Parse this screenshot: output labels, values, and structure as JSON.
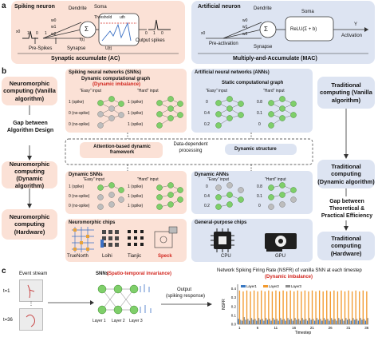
{
  "labels": {
    "a": "a",
    "b": "b",
    "c": "c"
  },
  "panel_a": {
    "snn": {
      "title": "Spiking neuron",
      "dendrite": "Dendrite",
      "soma": "Soma",
      "threshold": "Threshold",
      "threshold_sym": "uth",
      "x0": "x0",
      "w0": "w0",
      "w1": "w1",
      "w2": "w2",
      "sigma": "Σ",
      "I_t": "I(t)",
      "U_t": "U(t)",
      "pre_spikes_bits": [
        "1",
        "0",
        "1"
      ],
      "out_bits": [
        "0",
        "1",
        "0"
      ],
      "pre_spikes": "Pre-Spikes",
      "synapse": "Synapse",
      "output_spikes": "Output spikes",
      "footer": "Synaptic accumulate (AC)"
    },
    "ann": {
      "title": "Artificial neuron",
      "dendrite": "Dendrite",
      "soma": "Soma",
      "x0": "x0",
      "w0": "w0",
      "w1": "w1",
      "w2": "w2",
      "sigma": "Σ",
      "relu": "ReLU(Σ + b)",
      "y": "Y",
      "pre_activation": "Pre-activation",
      "synapse": "Synapse",
      "activation": "Activation",
      "footer": "Multiply-and-Accumulate (MAC)"
    }
  },
  "panel_b": {
    "left": {
      "box1": "Neuromorphic computing (Vanilla algorithm)",
      "gap": "Gap between Algorithm Design",
      "box2": "Neuromorphic computing (Dynamic algorithm)",
      "box3": "Neuromorphic computing (Hardware)"
    },
    "right": {
      "box1": "Traditional computing (Vanilla algorithm)",
      "box2": "Traditional computing (Dynamic algorithm)",
      "gap": "Gap between Theoretical & Practical Efficiency",
      "box3": "Traditional computing (Hardware)"
    },
    "snn_header": "Spiking neural networks (SNNs)",
    "ann_header": "Artificial neural networks (ANNs)",
    "dyn_graph": "Dynamic computational graph",
    "dyn_imbalance": "(Dynamic imbalance)",
    "static_graph": "Static computational graph",
    "easy_input": "\"Easy\" input",
    "hard_input": "\"Hard\" input",
    "snn_rows": [
      "1 (spike)",
      "0 (no-spike)",
      "0 (no-spike)"
    ],
    "hard_row": "1 (spike)",
    "ann_vals": [
      "0",
      "0.4",
      "0.2"
    ],
    "ann_hard_vals": [
      "0.8",
      "0.1",
      "0"
    ],
    "middle": {
      "attention": "Attention-based dynamic framework",
      "processing": "Data-dependent processing",
      "structure": "Dynamic structure"
    },
    "dyn_snn": "Dynamic SNNs",
    "dyn_ann": "Dynamic ANNs",
    "dyn_snn_rows": [
      "1 (spike)",
      "0 (no-spike)",
      "0 (no-spike)"
    ],
    "dyn_ann_vals": [
      "0",
      "0.4",
      "0.2"
    ],
    "dyn_ann_hard": [
      "0.8",
      "0.1",
      "0"
    ],
    "neuromorphic_chips": "Neuromorphic chips",
    "general_chips": "General-purpose chips",
    "chips": [
      "TrueNorth",
      "Loihi",
      "Tianjic",
      "Speck"
    ],
    "gp_chips": [
      "CPU",
      "GPU"
    ]
  },
  "panel_c": {
    "event_stream": "Event stream",
    "t1": "t=1",
    "t36": "t=36",
    "snns": "SNNs",
    "invariance": "(Spatio-temporal invariance)",
    "output": "Output",
    "spiking_response": "(spiking response)",
    "layers": [
      "Layer 1",
      "Layer 2",
      "Layer 3"
    ],
    "chart_title": "Network Spiking Firing Rate (NSFR) of vanilla SNN at each timestep",
    "chart_subtitle": "(Dynamic imbalance)"
  },
  "chart_data": {
    "type": "bar",
    "ylabel": "NSFR",
    "xlabel": "Timestep",
    "x": [
      1,
      2,
      3,
      4,
      5,
      6,
      7,
      8,
      9,
      10,
      11,
      12,
      13,
      14,
      15,
      16,
      17,
      18,
      19,
      20,
      21,
      22,
      23,
      24,
      25,
      26,
      27,
      28,
      29,
      30,
      31,
      32,
      33,
      34,
      35,
      36
    ],
    "xticks": [
      1,
      6,
      11,
      16,
      21,
      26,
      31,
      36
    ],
    "yticks": [
      "0.4",
      "0.3",
      "0.2",
      "0.1",
      "0.0"
    ],
    "ylim": [
      0,
      0.45
    ],
    "legend": [
      "Layer1",
      "Layer2",
      "Layer3"
    ],
    "colors": {
      "Layer1": "#3a78c2",
      "Layer2": "#f29a2e",
      "Layer3": "#8e8e8e"
    },
    "series": [
      {
        "name": "Layer1",
        "values": [
          0.06,
          0.04,
          0.05,
          0.04,
          0.05,
          0.04,
          0.05,
          0.04,
          0.05,
          0.04,
          0.05,
          0.04,
          0.05,
          0.04,
          0.05,
          0.04,
          0.05,
          0.04,
          0.05,
          0.04,
          0.05,
          0.04,
          0.05,
          0.04,
          0.05,
          0.04,
          0.05,
          0.04,
          0.05,
          0.04,
          0.05,
          0.04,
          0.05,
          0.04,
          0.05,
          0.04
        ]
      },
      {
        "name": "Layer2",
        "values": [
          0.38,
          0.37,
          0.38,
          0.37,
          0.38,
          0.37,
          0.38,
          0.37,
          0.38,
          0.37,
          0.38,
          0.37,
          0.38,
          0.37,
          0.38,
          0.37,
          0.38,
          0.37,
          0.38,
          0.37,
          0.38,
          0.37,
          0.38,
          0.37,
          0.38,
          0.37,
          0.38,
          0.37,
          0.38,
          0.37,
          0.38,
          0.37,
          0.38,
          0.37,
          0.38,
          0.37
        ]
      },
      {
        "name": "Layer3",
        "values": [
          0.05,
          0.08,
          0.06,
          0.07,
          0.06,
          0.07,
          0.06,
          0.07,
          0.06,
          0.07,
          0.06,
          0.07,
          0.06,
          0.07,
          0.06,
          0.07,
          0.06,
          0.07,
          0.06,
          0.07,
          0.06,
          0.07,
          0.06,
          0.07,
          0.06,
          0.07,
          0.06,
          0.07,
          0.06,
          0.07,
          0.06,
          0.07,
          0.06,
          0.07,
          0.06,
          0.07
        ]
      }
    ]
  }
}
